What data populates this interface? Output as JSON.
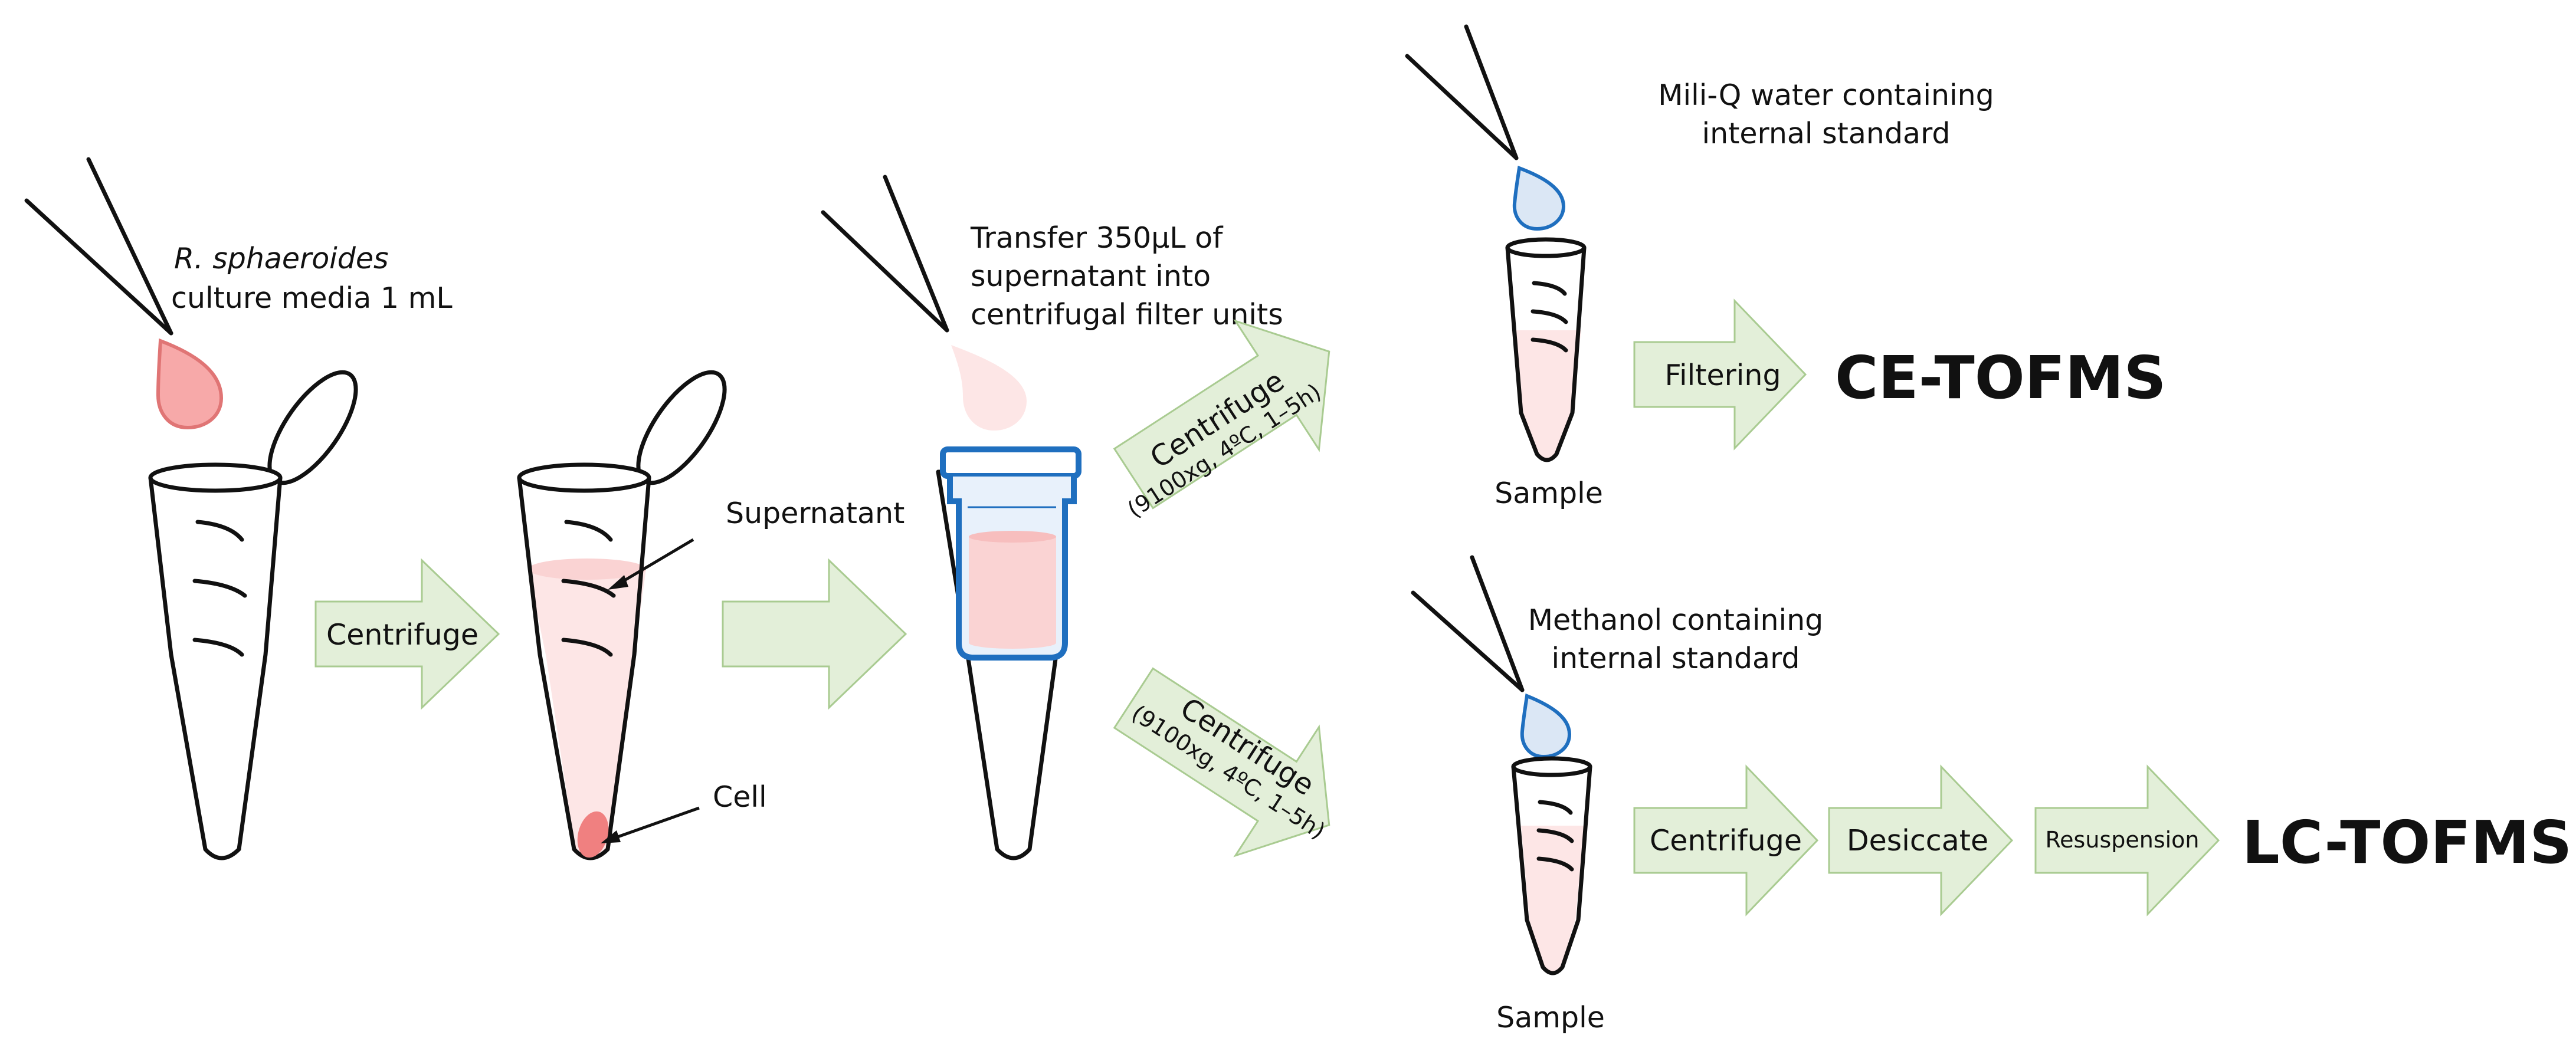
{
  "labels": {
    "culture_species": "R. sphaeroides",
    "culture_media": "culture media 1 mL",
    "supernatant": "Supernatant",
    "cell": "Cell",
    "transfer_line1": "Transfer 350µL of",
    "transfer_line2": "supernatant into",
    "transfer_line3": "centrifugal filter units",
    "water_line1": "Mili-Q water containing",
    "water_line2": "internal standard",
    "methanol_line1": "Methanol containing",
    "methanol_line2": "internal standard",
    "sample_top": "Sample",
    "sample_bottom": "Sample"
  },
  "steps": {
    "centrifuge_1": "Centrifuge",
    "centrifuge_up_title": "Centrifuge",
    "centrifuge_up_cond": "(9100xg, 4ºC, 1–5h)",
    "centrifuge_down_title": "Centrifuge",
    "centrifuge_down_cond": "(9100xg, 4ºC, 1–5h)",
    "filtering": "Filtering",
    "centrifuge_lc": "Centrifuge",
    "desiccate": "Desiccate",
    "resuspension": "Resuspension"
  },
  "outputs": {
    "ce": "CE-TOFMS",
    "lc": "LC-TOFMS"
  },
  "colors": {
    "arrow_fill": "#e3efd9",
    "arrow_stroke": "#a9cb91",
    "pink_liquid": "#fde6e6",
    "pink_drop": "#f7a9a9",
    "cell_pellet": "#f08080",
    "filter_blue": "#1f6fbf",
    "water_drop": "#dbe7f5"
  }
}
